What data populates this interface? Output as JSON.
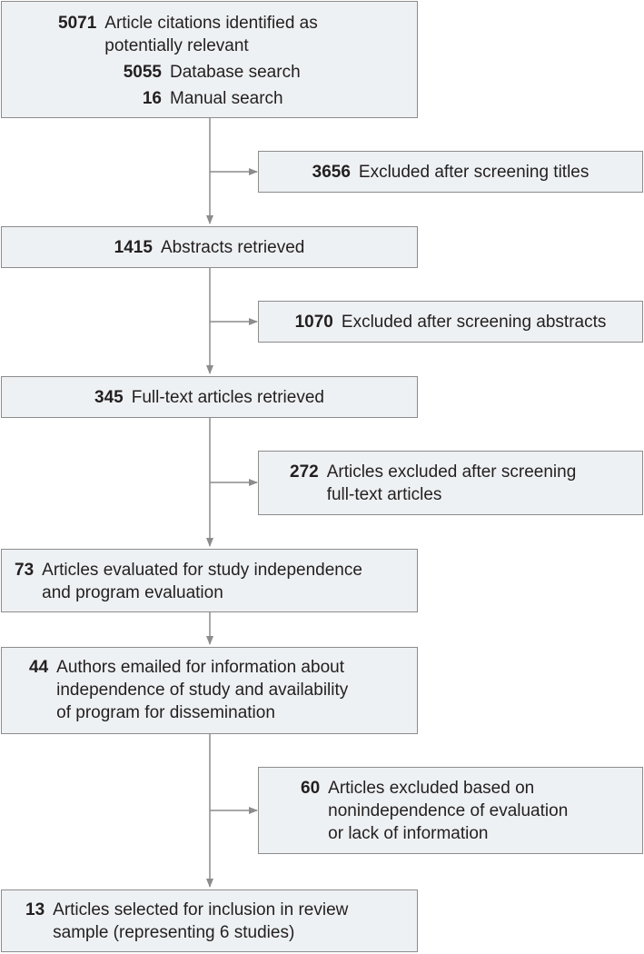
{
  "boxes": {
    "identified": {
      "count": "5071",
      "label": "Article citations identified as\npotentially relevant",
      "sub": [
        {
          "count": "5055",
          "label": "Database search"
        },
        {
          "count": "16",
          "label": "Manual search"
        }
      ]
    },
    "excluded_titles": {
      "count": "3656",
      "label": "Excluded after screening titles"
    },
    "abstracts": {
      "count": "1415",
      "label": "Abstracts retrieved"
    },
    "excluded_abstracts": {
      "count": "1070",
      "label": "Excluded after screening abstracts"
    },
    "fulltext": {
      "count": "345",
      "label": "Full-text articles retrieved"
    },
    "excluded_fulltext": {
      "count": "272",
      "label": "Articles excluded after screening\nfull-text articles"
    },
    "evaluated": {
      "count": "73",
      "label": "Articles evaluated for study independence\nand program evaluation"
    },
    "emailed": {
      "count": "44",
      "label": "Authors emailed for information about\nindependence of study and availability\nof program for dissemination"
    },
    "excluded_nonindependence": {
      "count": "60",
      "label": "Articles excluded based on\nnonindependence of evaluation\nor lack of information"
    },
    "selected": {
      "count": "13",
      "label": "Articles selected for inclusion in review\nsample (representing 6 studies)"
    }
  }
}
